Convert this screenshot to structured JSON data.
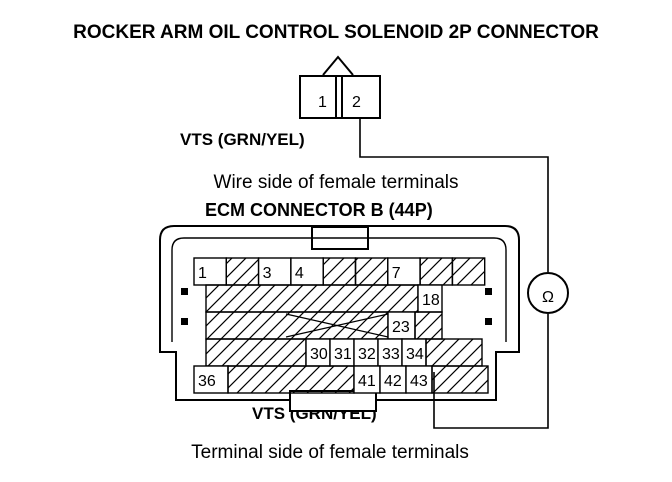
{
  "title": "ROCKER ARM OIL CONTROL SOLENOID 2P CONNECTOR",
  "solenoid_connector": {
    "pins": [
      "1",
      "2"
    ]
  },
  "vts_top_label": "VTS (GRN/YEL)",
  "wire_side_label": "Wire side of female terminals",
  "ecm_title": "ECM CONNECTOR B (44P)",
  "ecm_pins": {
    "row1": [
      "1",
      "3",
      "4",
      "7"
    ],
    "row2": [
      "18"
    ],
    "row3": [
      "23"
    ],
    "row4": [
      "30",
      "31",
      "32",
      "33",
      "34"
    ],
    "row5": [
      "36",
      "41",
      "42",
      "43"
    ]
  },
  "ohmmeter_symbol": "Ω",
  "vts_bottom_label": "VTS (GRN/YEL)",
  "terminal_side_label": "Terminal side of female terminals"
}
